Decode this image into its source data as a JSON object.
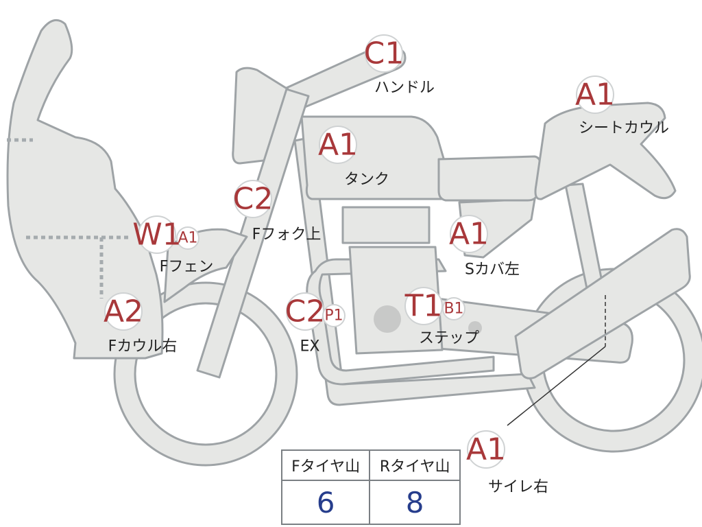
{
  "parts": [
    {
      "id": "handle",
      "code": "C1",
      "label": "ハンドル"
    },
    {
      "id": "seat-cowl",
      "code": "A1",
      "label": "シートカウル"
    },
    {
      "id": "tank",
      "code": "A1",
      "label": "タンク"
    },
    {
      "id": "front-fork",
      "code": "C2",
      "label": "Fフォク上"
    },
    {
      "id": "front-fender",
      "code": "W1",
      "code2": "A1",
      "label": "Fフェン"
    },
    {
      "id": "side-cover-left",
      "code": "A1",
      "label": "Sカバ左"
    },
    {
      "id": "front-cowl-right",
      "code": "A2",
      "label": "Fカウル右"
    },
    {
      "id": "exhaust",
      "code": "C2",
      "code2": "P1",
      "label": "EX"
    },
    {
      "id": "step",
      "code": "T1",
      "code2": "B1",
      "label": "ステップ"
    },
    {
      "id": "silencer-right",
      "code": "A1",
      "label": "サイレ右"
    }
  ],
  "tread_table": {
    "headers": [
      "Fタイヤ山",
      "Rタイヤ山"
    ],
    "values": [
      "6",
      "8"
    ]
  },
  "colors": {
    "body_fill": "#e6e7e5",
    "outline": "#9ea3a6",
    "code_text": "#a8383a",
    "value_text": "#263d8c"
  }
}
